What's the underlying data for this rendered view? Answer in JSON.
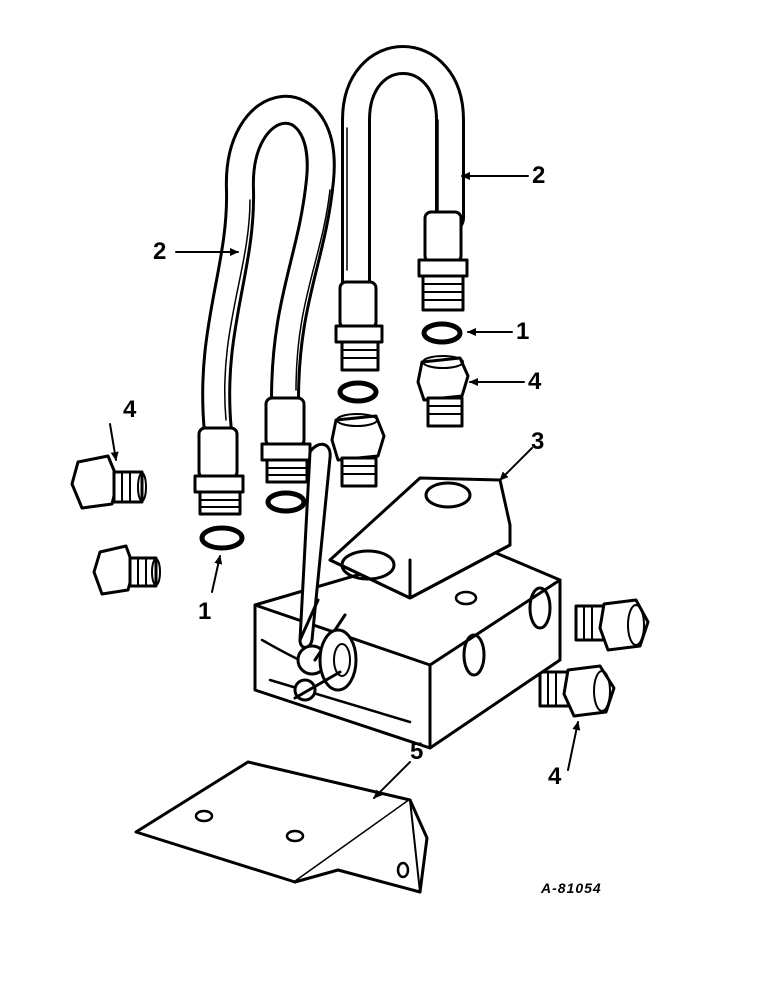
{
  "callouts": {
    "c1_upper_right": "1",
    "c1_lower_left": "1",
    "c2_upper_right": "2",
    "c2_left": "2",
    "c3": "3",
    "c4_right_upper": "4",
    "c4_left": "4",
    "c4_right_lower": "4",
    "c5": "5"
  },
  "drawing_id": "A-81054",
  "colors": {
    "ink": "#000000",
    "paper": "#ffffff"
  }
}
